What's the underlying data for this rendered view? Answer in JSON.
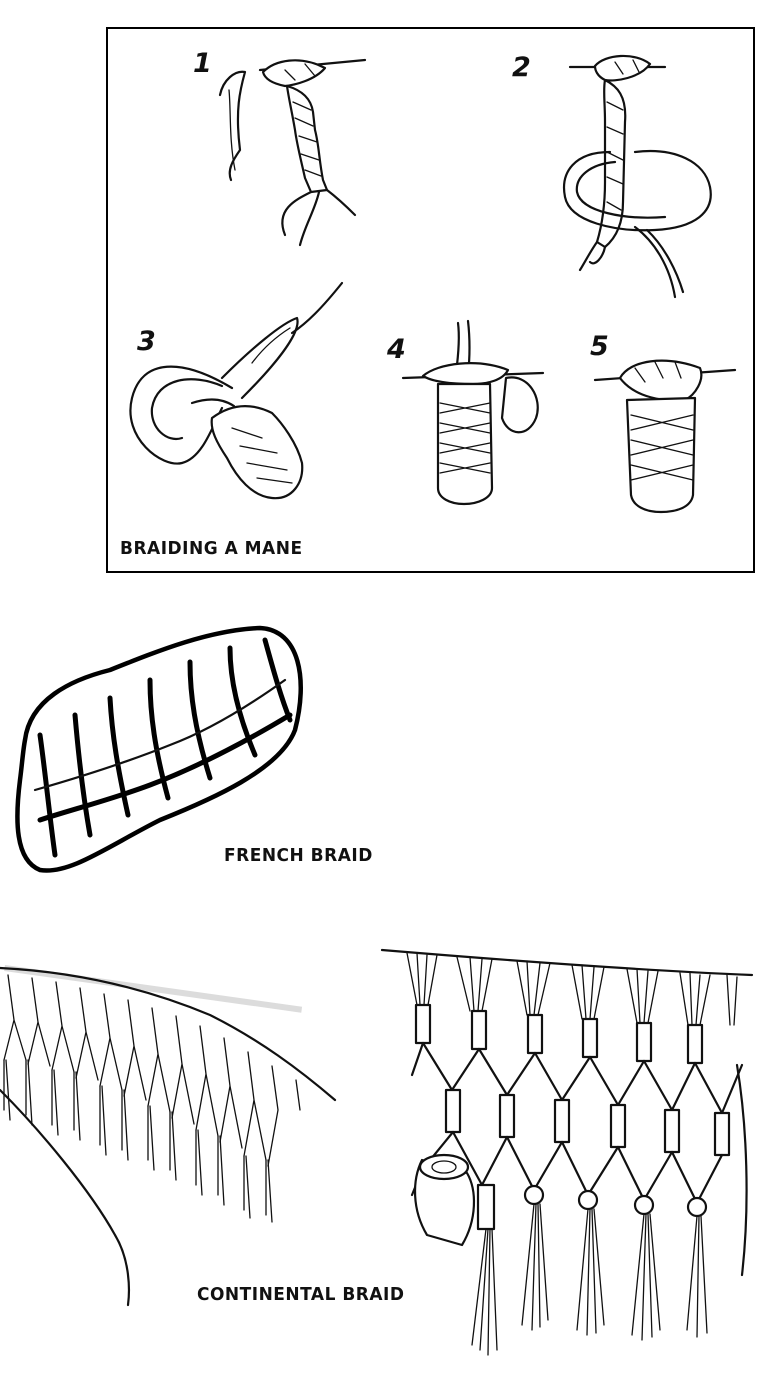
{
  "panel": {
    "caption": "BRAIDING A MANE",
    "steps": [
      "1",
      "2",
      "3",
      "4",
      "5"
    ]
  },
  "french": {
    "caption": "FRENCH BRAID"
  },
  "continental": {
    "caption": "CONTINENTAL BRAID"
  }
}
